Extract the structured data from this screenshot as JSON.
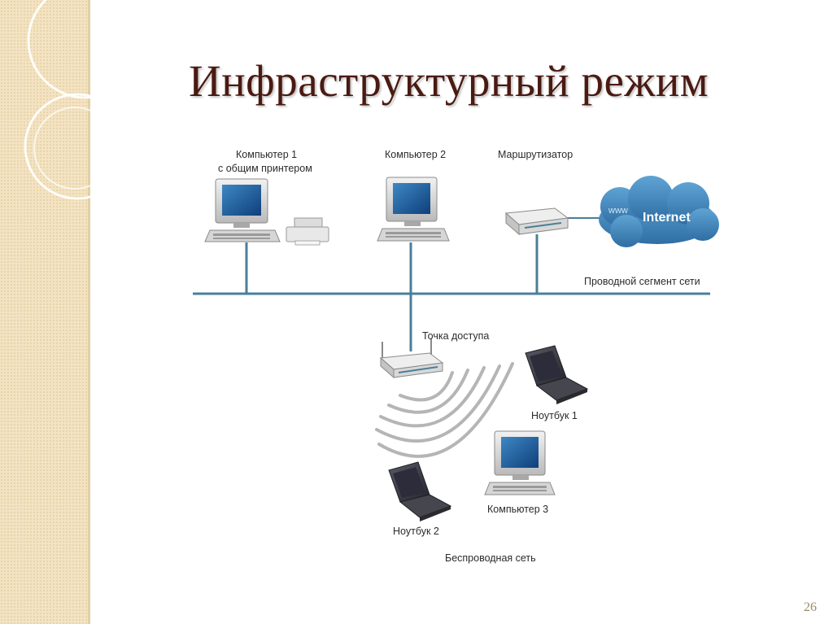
{
  "slide": {
    "title": "Инфраструктурный режим",
    "page_number": "26"
  },
  "diagram": {
    "computer1_line1": "Компьютер 1",
    "computer1_line2": "с общим принтером",
    "computer2": "Компьютер 2",
    "router": "Маршрутизатор",
    "internet": "Internet",
    "www": "www",
    "wired_segment": "Проводной сегмент сети",
    "access_point": "Точка доступа",
    "laptop1": "Ноутбук 1",
    "laptop2": "Ноутбук 2",
    "computer3": "Компьютер 3",
    "wireless_network": "Беспроводная сеть"
  },
  "colors": {
    "title": "#4a1a12",
    "network_line": "#4a7f97",
    "cloud": "#3f84b6",
    "sidebar": "#f3e3c2"
  }
}
